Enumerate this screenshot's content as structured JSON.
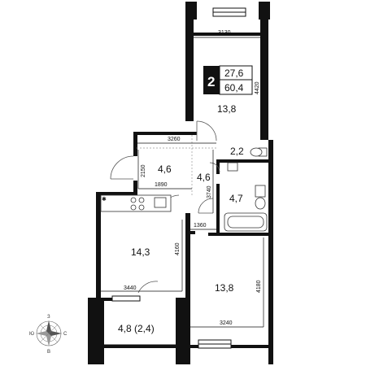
{
  "info_badge": {
    "rooms": "2",
    "living_area": "27,6",
    "total_area": "60,4"
  },
  "rooms": {
    "bedroom": "13,8",
    "bathroom": "2,2",
    "hall": "4,6",
    "corridor": "4,6",
    "toilet_bath": "4,7",
    "kitchen": "14,3",
    "living": "13,8",
    "loggia": "4,8 (2,4)"
  },
  "dimensions": {
    "d1": "3130",
    "d2": "4420",
    "d3": "3260",
    "d4": "2150",
    "d5": "1890",
    "d6": "3740",
    "d7": "1360",
    "d8": "4160",
    "d9": "3440",
    "d10": "4180",
    "d11": "3240"
  },
  "compass": {
    "north": "З",
    "east": "С",
    "south": "В",
    "west": "Ю"
  }
}
